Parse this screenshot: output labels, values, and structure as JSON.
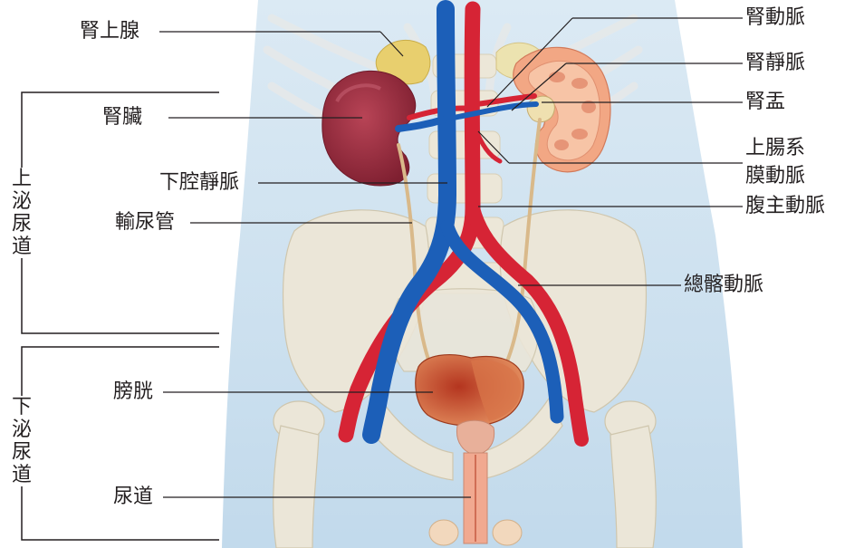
{
  "labels": {
    "adrenal_gland": "腎上腺",
    "kidney": "腎臟",
    "inferior_vena_cava": "下腔靜脈",
    "ureter": "輸尿管",
    "bladder": "膀胱",
    "urethra": "尿道",
    "renal_artery": "腎動脈",
    "renal_vein": "腎靜脈",
    "renal_pelvis": "腎盂",
    "superior_mesenteric_artery_line1": "上腸系",
    "superior_mesenteric_artery_line2": "膜動脈",
    "abdominal_aorta": "腹主動脈",
    "common_iliac_artery": "總髂動脈"
  },
  "brackets": {
    "upper_urinary_tract": [
      "上",
      "泌",
      "尿",
      "道"
    ],
    "lower_urinary_tract": [
      "下",
      "泌",
      "尿",
      "道"
    ]
  },
  "colors": {
    "artery": "#d62435",
    "vein": "#1c5fb8",
    "kidney_left": "#9e2a3b",
    "kidney_right_cortex": "#f2a784",
    "adrenal": "#e8cf6e",
    "bladder": "#c9542f",
    "bone": "#ebe6d8",
    "torso": "#bcd7ea",
    "ureter": "#d9b98a",
    "leader_line": "#231f20"
  }
}
